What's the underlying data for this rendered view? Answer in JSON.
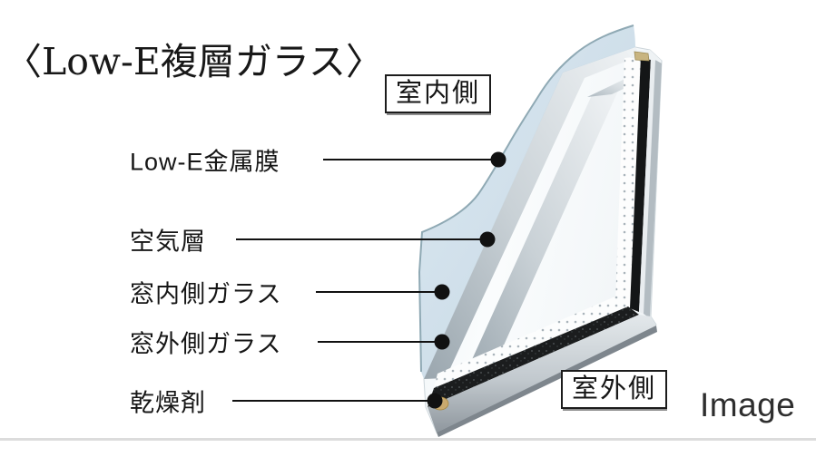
{
  "title": "〈Low-E複層ガラス〉",
  "caption": "Image",
  "boxed_labels": {
    "indoor": "室内側",
    "outdoor": "室外側"
  },
  "callouts": [
    {
      "label": "Low-E金属膜",
      "target": "low-e-metal-film"
    },
    {
      "label": "空気層",
      "target": "air-layer"
    },
    {
      "label": "窓内側ガラス",
      "target": "indoor-side-glass"
    },
    {
      "label": "窓外側ガラス",
      "target": "outdoor-side-glass"
    },
    {
      "label": "乾燥剤",
      "target": "desiccant"
    }
  ],
  "colors": {
    "glass_blue": "#cddde9",
    "glass_edge_teal": "#8fa9b4",
    "metal_edge_light": "#eef2f4",
    "metal_edge_dark": "#97a3ab",
    "pane_face": "#f2f6f8",
    "spacer_black": "#17191a",
    "desiccant_tan": "#c8b480",
    "frame_gray": "#a0a8af",
    "callout_black": "#111111",
    "divider_gray": "#dcdcdc"
  }
}
